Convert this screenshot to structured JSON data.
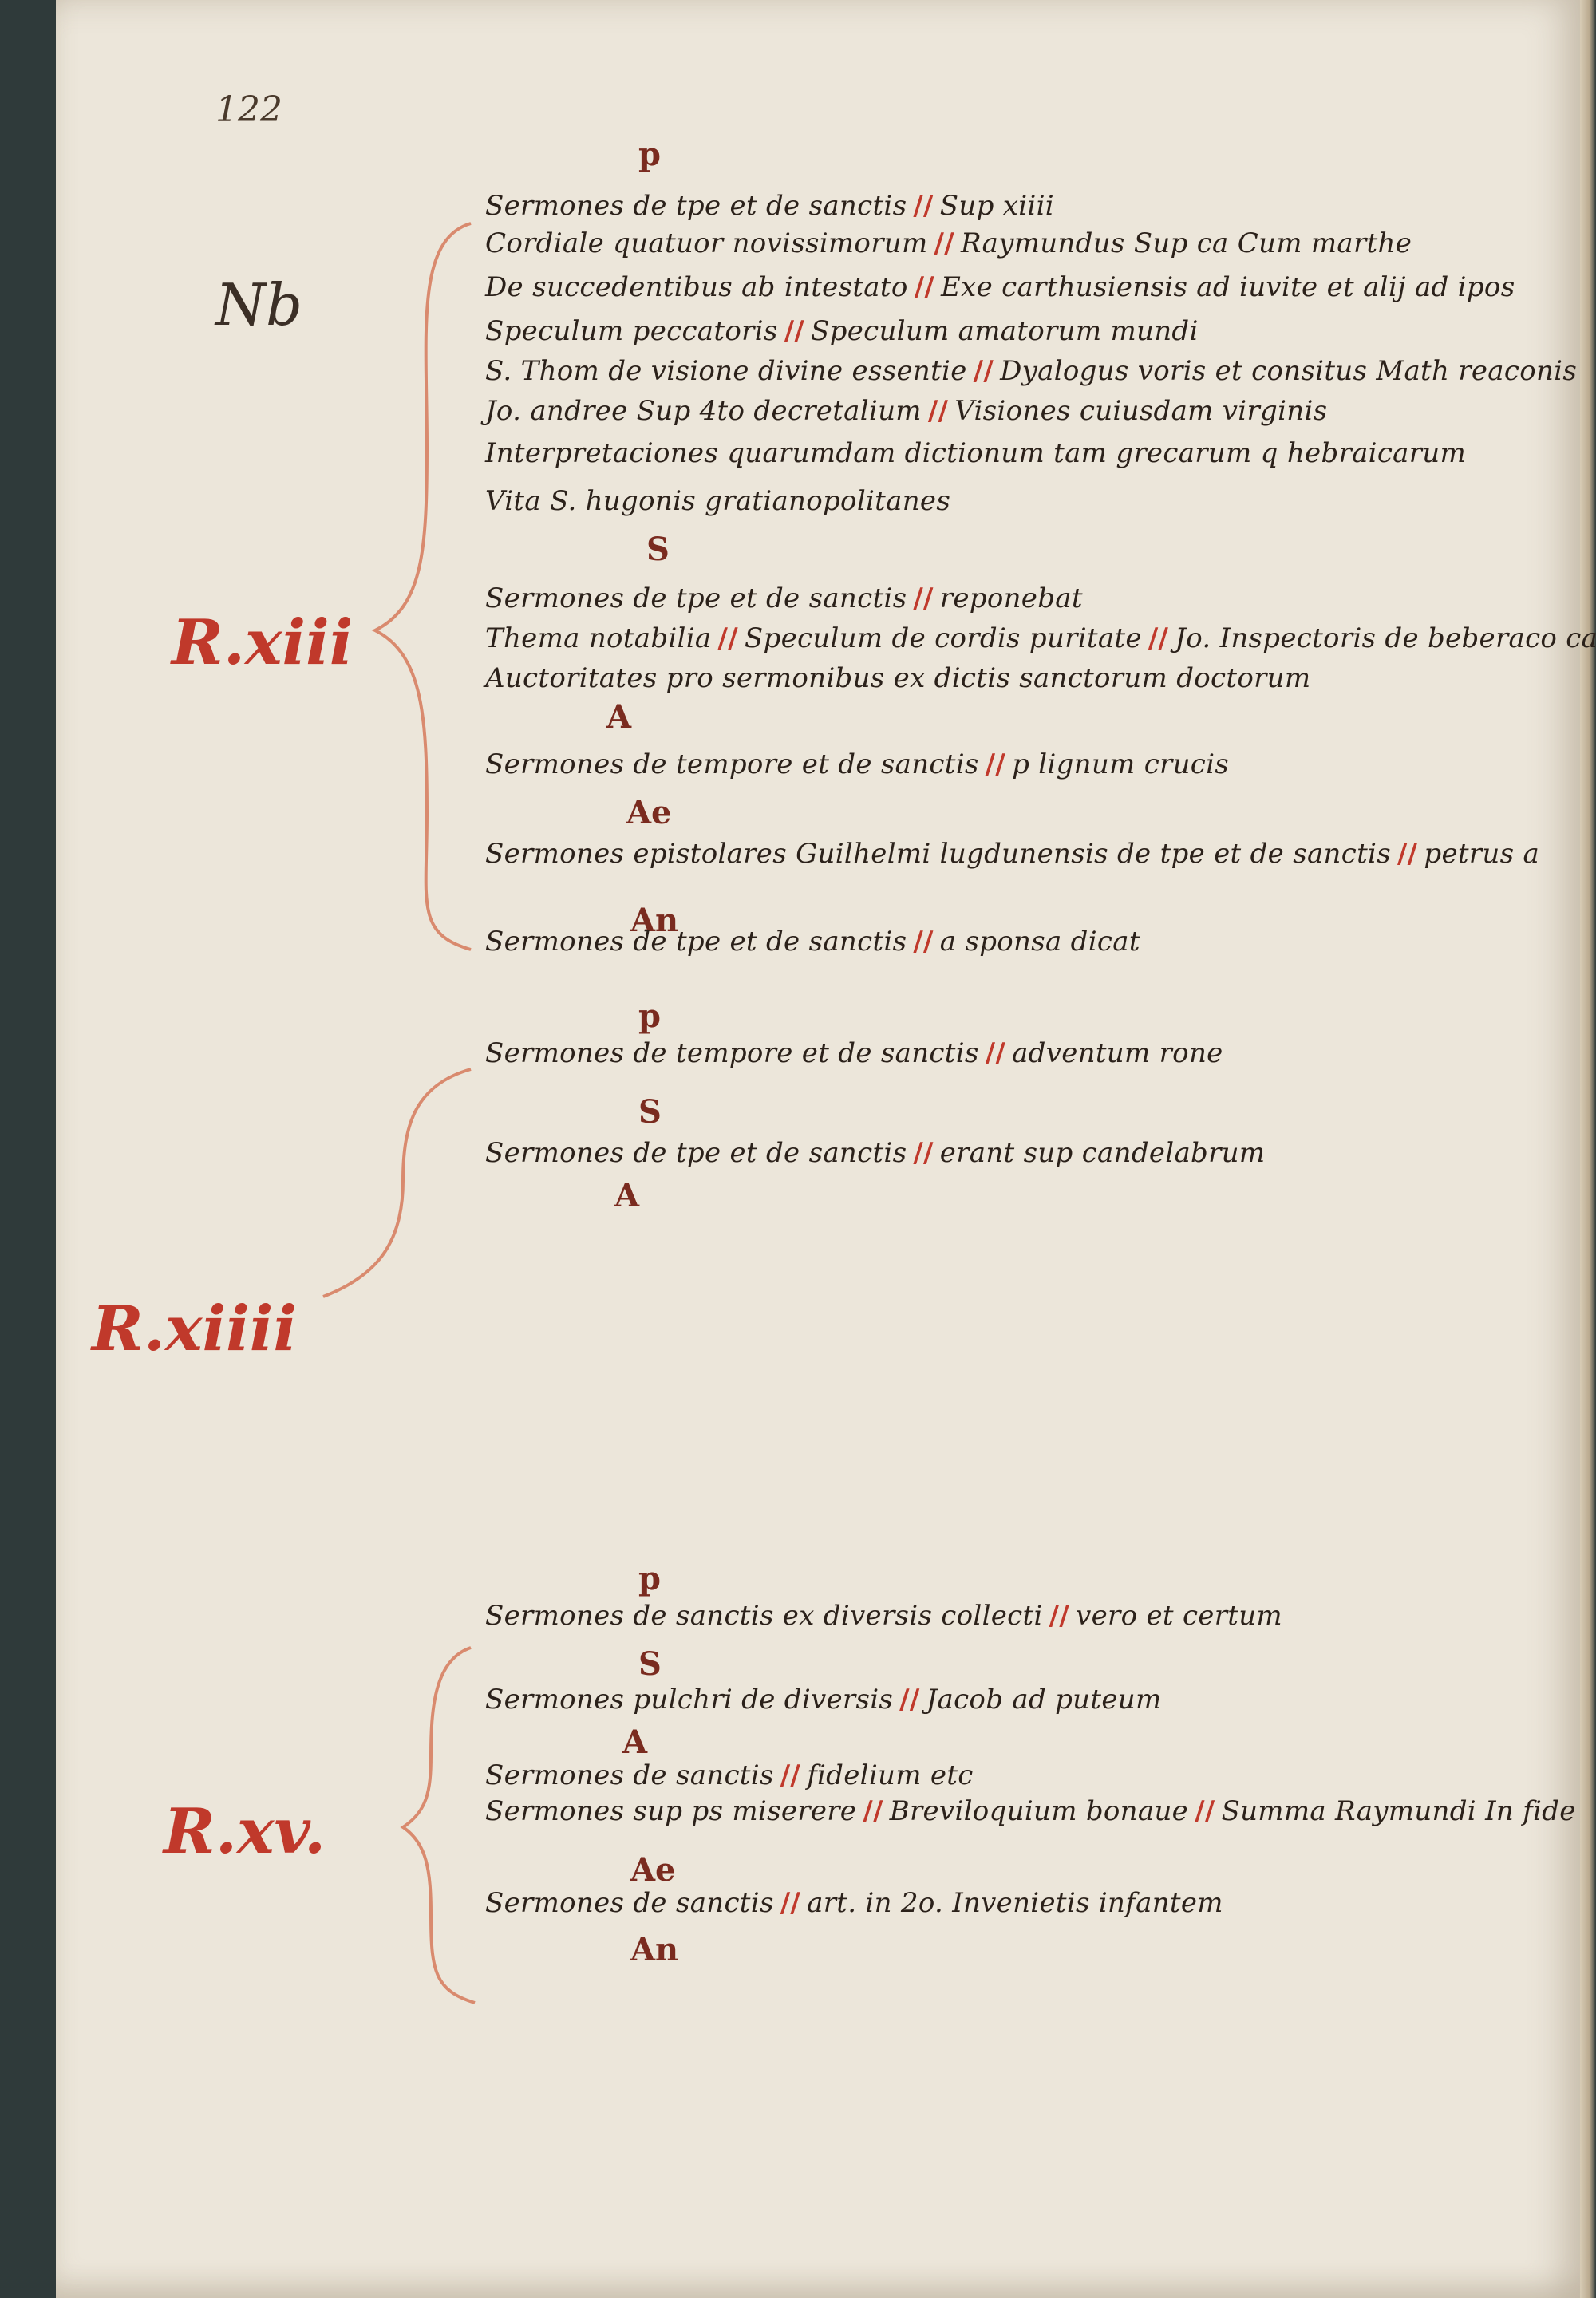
{
  "folio": "122",
  "nb": "Nb",
  "accent": "#c0392b",
  "ink": "#2b211a",
  "sections": [
    {
      "shelfmark": "R.xiii",
      "groups": [
        {
          "head": "p",
          "lines": [
            [
              "Sermones de tpe et de sanctis",
              "Sup xiiii"
            ],
            [
              "Cordiale quatuor novissimorum",
              "Raymundus Sup ca Cum marthe"
            ],
            [
              "De succedentibus ab intestato",
              "Exe carthusiensis ad iuvite et alij ad ipos"
            ],
            [
              "Speculum peccatoris",
              "Speculum amatorum mundi"
            ],
            [
              "S. Thom de visione divine essentie",
              "Dyalogus voris et consitus Math reaconis"
            ],
            [
              "Jo. andree Sup 4to decretalium",
              "Visiones cuiusdam virginis"
            ],
            [
              "Interpretaciones quarumdam dictionum tam grecarum q hebraicarum"
            ],
            [
              "Vita S. hugonis gratianopolitanes"
            ]
          ]
        },
        {
          "head": "S",
          "lines": [
            [
              "Sermones de tpe et de sanctis",
              "reponebat"
            ],
            [
              "Thema notabilia",
              "Speculum de cordis puritate",
              "Jo. Inspectoris de beberaco carthus"
            ],
            [
              "Auctoritates pro sermonibus ex dictis sanctorum doctorum"
            ]
          ]
        },
        {
          "head": "A",
          "lines": [
            [
              "Sermones de tempore et de sanctis",
              "p lignum crucis"
            ]
          ]
        },
        {
          "head": "Ae",
          "lines": [
            [
              "Sermones epistolares Guilhelmi lugdunensis de tpe et de sanctis",
              "petrus a"
            ]
          ]
        },
        {
          "head": "An",
          "lines": [
            [
              "Sermones de tpe et de sanctis",
              "a sponsa dicat"
            ]
          ]
        }
      ]
    },
    {
      "shelfmark": "R.xiiii",
      "groups": [
        {
          "head": "p",
          "lines": [
            [
              "Sermones de tempore et de sanctis",
              "adventum rone"
            ]
          ]
        },
        {
          "head": "S",
          "lines": [
            [
              "Sermones de tpe et de sanctis",
              "erant sup candelabrum"
            ]
          ]
        },
        {
          "head": "A",
          "lines": []
        }
      ]
    },
    {
      "shelfmark": "R.xv.",
      "groups": [
        {
          "head": "p",
          "lines": [
            [
              "Sermones de sanctis ex diversis collecti",
              "vero et certum"
            ]
          ]
        },
        {
          "head": "S",
          "lines": [
            [
              "Sermones pulchri de diversis",
              "Jacob ad puteum"
            ]
          ]
        },
        {
          "head": "A",
          "lines": [
            [
              "Sermones de sanctis",
              "fidelium etc"
            ],
            [
              "Sermones sup ps miserere",
              "Breviloquium bonaue",
              "Summa Raymundi In fide"
            ]
          ]
        },
        {
          "head": "Ae",
          "lines": [
            [
              "Sermones de sanctis",
              "art. in 2o. Invenietis infantem"
            ]
          ]
        },
        {
          "head": "An",
          "lines": []
        }
      ]
    }
  ]
}
